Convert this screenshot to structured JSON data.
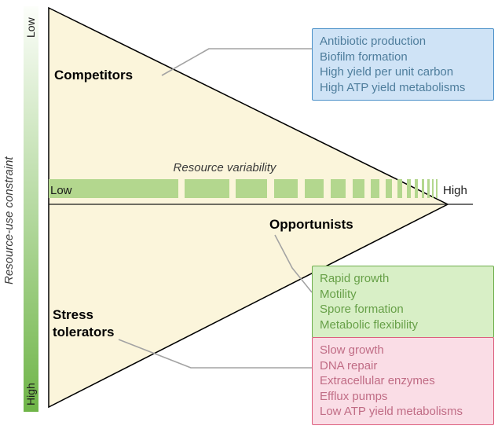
{
  "colors": {
    "triangle_fill": "#fbf5db",
    "triangle_stroke": "#000000",
    "bar_green": "#b3d78e",
    "gradient_top": "#fcfefa",
    "gradient_bottom": "#6fb548",
    "connector": "#a3a3a3",
    "axis_line": "#1a1a1a"
  },
  "y_axis": {
    "label": "Resource-use constraint",
    "top": "Low",
    "bottom": "High"
  },
  "x_axis": {
    "label": "Resource variability",
    "left": "Low",
    "right": "High"
  },
  "regions": {
    "competitors": "Competitors",
    "opportunists": "Opportunists",
    "stress_line1": "Stress",
    "stress_line2": "tolerators"
  },
  "callouts": {
    "competitors": {
      "items": [
        "Antibiotic production",
        "Biofilm formation",
        "High yield per unit carbon",
        "High ATP yield metabolisms"
      ],
      "colors": {
        "fill": "#cfe3f6",
        "border": "#4a90c8",
        "text": "#4e7d9c"
      }
    },
    "opportunists": {
      "items": [
        "Rapid growth",
        "Motility",
        "Spore formation",
        "Metabolic flexibility"
      ],
      "colors": {
        "fill": "#d8efc6",
        "border": "#6fae4d",
        "text": "#67a048"
      }
    },
    "stress_tolerators": {
      "items": [
        "Slow growth",
        "DNA repair",
        "Extracellular enzymes",
        "Efflux pumps",
        "Low ATP yield metabolisms"
      ],
      "colors": {
        "fill": "#fadde6",
        "border": "#dc5f7e",
        "text": "#c06c85"
      }
    }
  },
  "variability_bar": {
    "segments": [
      [
        62,
        165
      ],
      [
        235,
        57
      ],
      [
        300,
        40
      ],
      [
        349,
        30
      ],
      [
        388,
        24
      ],
      [
        421,
        19
      ],
      [
        449,
        15
      ],
      [
        472,
        11
      ],
      [
        491,
        8
      ],
      [
        506,
        6
      ],
      [
        518,
        5
      ],
      [
        528,
        4
      ],
      [
        537,
        3
      ],
      [
        544,
        3
      ],
      [
        550,
        2
      ],
      [
        555,
        2
      ]
    ]
  }
}
